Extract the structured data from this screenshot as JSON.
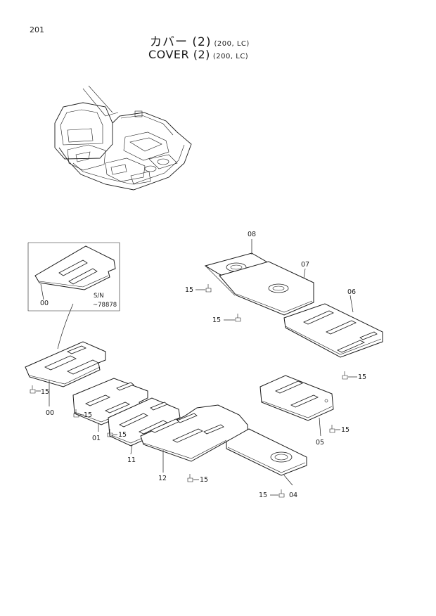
{
  "header": {
    "page_number": "201",
    "title_jp": "カバー (2)",
    "title_en": "COVER (2)",
    "variant": "(200, LC)"
  },
  "detail_box": {
    "part_label": "00",
    "serial_label": "S/N",
    "serial_range": "~78878"
  },
  "part_labels": {
    "p00": "00",
    "p01": "01",
    "p11": "11",
    "p12": "12",
    "p04": "04",
    "p05": "05",
    "p07": "07",
    "p08": "08",
    "p06": "06",
    "bolt": "15"
  }
}
